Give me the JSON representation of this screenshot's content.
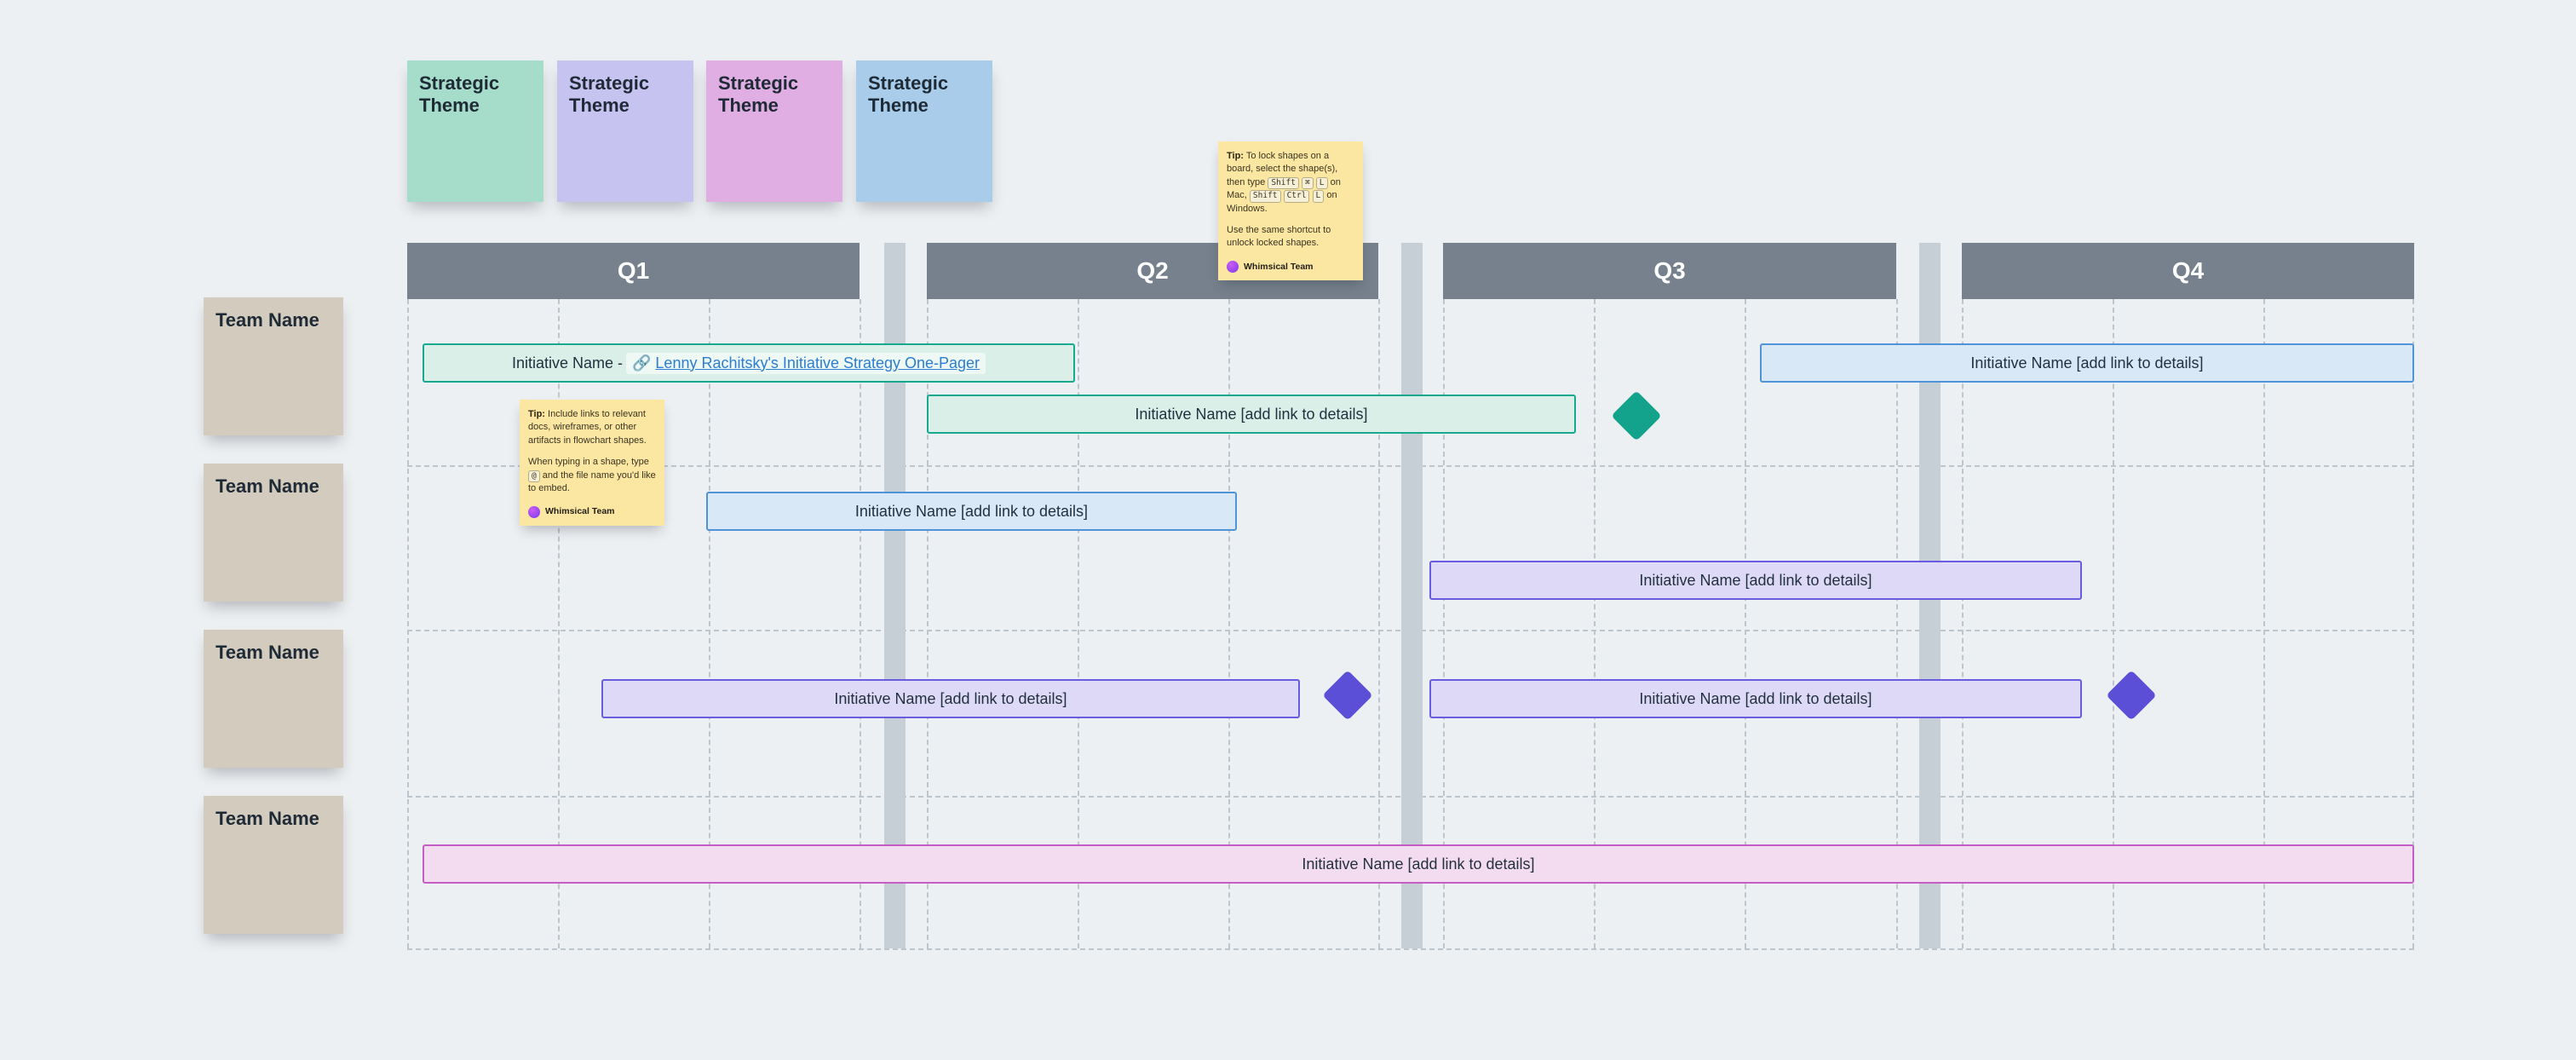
{
  "board": {
    "background": "#edf0f2"
  },
  "strategic_themes": [
    {
      "label": "Strategic Theme",
      "color": "#a6dcca"
    },
    {
      "label": "Strategic Theme",
      "color": "#c7c3f1"
    },
    {
      "label": "Strategic Theme",
      "color": "#e0aee2"
    },
    {
      "label": "Strategic Theme",
      "color": "#a8cce9"
    }
  ],
  "quarters": [
    {
      "label": "Q1"
    },
    {
      "label": "Q2"
    },
    {
      "label": "Q3"
    },
    {
      "label": "Q4"
    }
  ],
  "teams": [
    {
      "label": "Team Name"
    },
    {
      "label": "Team Name"
    },
    {
      "label": "Team Name"
    },
    {
      "label": "Team Name"
    }
  ],
  "initiatives": {
    "r1_q1": {
      "prefix": "Initiative Name -",
      "link_icon": "🔗",
      "link_text": "Lenny Rachitsky's Initiative Strategy One-Pager"
    },
    "r1_q2": {
      "text": "Initiative Name [add link to details]"
    },
    "r1_q4": {
      "text": "Initiative Name [add link to details]"
    },
    "r2_q1": {
      "text": "Initiative Name [add link to details]"
    },
    "r2_q3": {
      "text": "Initiative Name [add link to details]"
    },
    "r3_q1": {
      "text": "Initiative Name [add link to details]"
    },
    "r3_q3": {
      "text": "Initiative Name [add link to details]"
    },
    "r4_q1": {
      "text": "Initiative Name [add link to details]"
    }
  },
  "milestones": {
    "teal": "#13a38c",
    "purple": "#5b4fd8"
  },
  "bar_colors": {
    "teal_fill": "#d9efe8",
    "teal_border": "#17a990",
    "blue_fill": "#d8e8f7",
    "blue_border": "#4f94d8",
    "purple_fill": "#ddd9f7",
    "purple_border": "#6a5ce0",
    "pink_fill": "#f4dcf0",
    "pink_border": "#c45ec4",
    "header_fill": "#76818d"
  },
  "tips": {
    "lock": {
      "title": "Tip:",
      "p1_a": "To lock shapes on a board, select the shape(s), then type",
      "keys_mac": [
        "Shift",
        "⌘",
        "L"
      ],
      "p1_b": "on Mac,",
      "keys_win": [
        "Shift",
        "Ctrl",
        "L"
      ],
      "p1_c": "on Windows.",
      "p2": "Use the same shortcut to unlock locked shapes.",
      "team": "Whimsical Team"
    },
    "links": {
      "title": "Tip:",
      "p1": "Include links to relevant docs, wireframes, or other artifacts in flowchart shapes.",
      "p2_a": "When typing in a shape, type",
      "key_at": "@",
      "p2_b": "and the file name you'd like to embed.",
      "team": "Whimsical Team"
    }
  }
}
